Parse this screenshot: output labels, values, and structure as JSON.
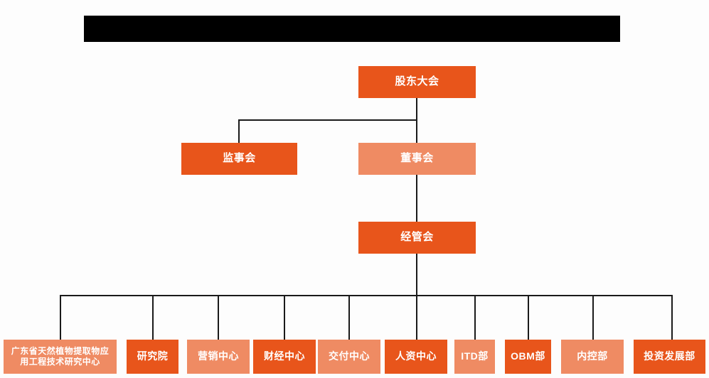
{
  "banner": {
    "text": "",
    "color": "#000000",
    "redacted": true
  },
  "theme": {
    "background": "#fdfdfd",
    "dark_orange": "#e8551b",
    "light_orange": "#ef8b63",
    "line_color": "#1a1a1a",
    "text_color": "#ffffff"
  },
  "chart": {
    "type": "org-chart",
    "levels": [
      {
        "name": "governance-top",
        "nodes": [
          "shareholders"
        ]
      },
      {
        "name": "governance-second",
        "nodes": [
          "supervisors",
          "directors"
        ]
      },
      {
        "name": "management",
        "nodes": [
          "management-committee"
        ]
      },
      {
        "name": "departments",
        "nodes": [
          "engineering-center",
          "research-institute",
          "marketing-center",
          "finance-center",
          "delivery-center",
          "hr-center",
          "itd-dept",
          "obm-dept",
          "internal-control-dept",
          "investment-dev-dept"
        ]
      }
    ],
    "nodes": {
      "shareholders": {
        "label": "股东大会",
        "tone": "dark"
      },
      "supervisors": {
        "label": "监事会",
        "tone": "dark"
      },
      "directors": {
        "label": "董事会",
        "tone": "light"
      },
      "management_committee": {
        "label": "经管会",
        "tone": "dark"
      }
    },
    "departments": [
      {
        "label": "广东省天然植物提取物应\n用工程技术研究中心",
        "line1": "广东省天然植物提取物应",
        "line2": "用工程技术研究中心",
        "tone": "light",
        "multiline": true
      },
      {
        "label": "研究院",
        "tone": "dark",
        "multiline": false
      },
      {
        "label": "营销中心",
        "tone": "light",
        "multiline": false
      },
      {
        "label": "财经中心",
        "tone": "dark",
        "multiline": false
      },
      {
        "label": "交付中心",
        "tone": "light",
        "multiline": false
      },
      {
        "label": "人资中心",
        "tone": "dark",
        "multiline": false
      },
      {
        "label": "ITD部",
        "tone": "light",
        "multiline": false
      },
      {
        "label": "OBM部",
        "tone": "dark",
        "multiline": false
      },
      {
        "label": "内控部",
        "tone": "light",
        "multiline": false
      },
      {
        "label": "投资发展部",
        "tone": "dark",
        "multiline": false
      }
    ]
  }
}
